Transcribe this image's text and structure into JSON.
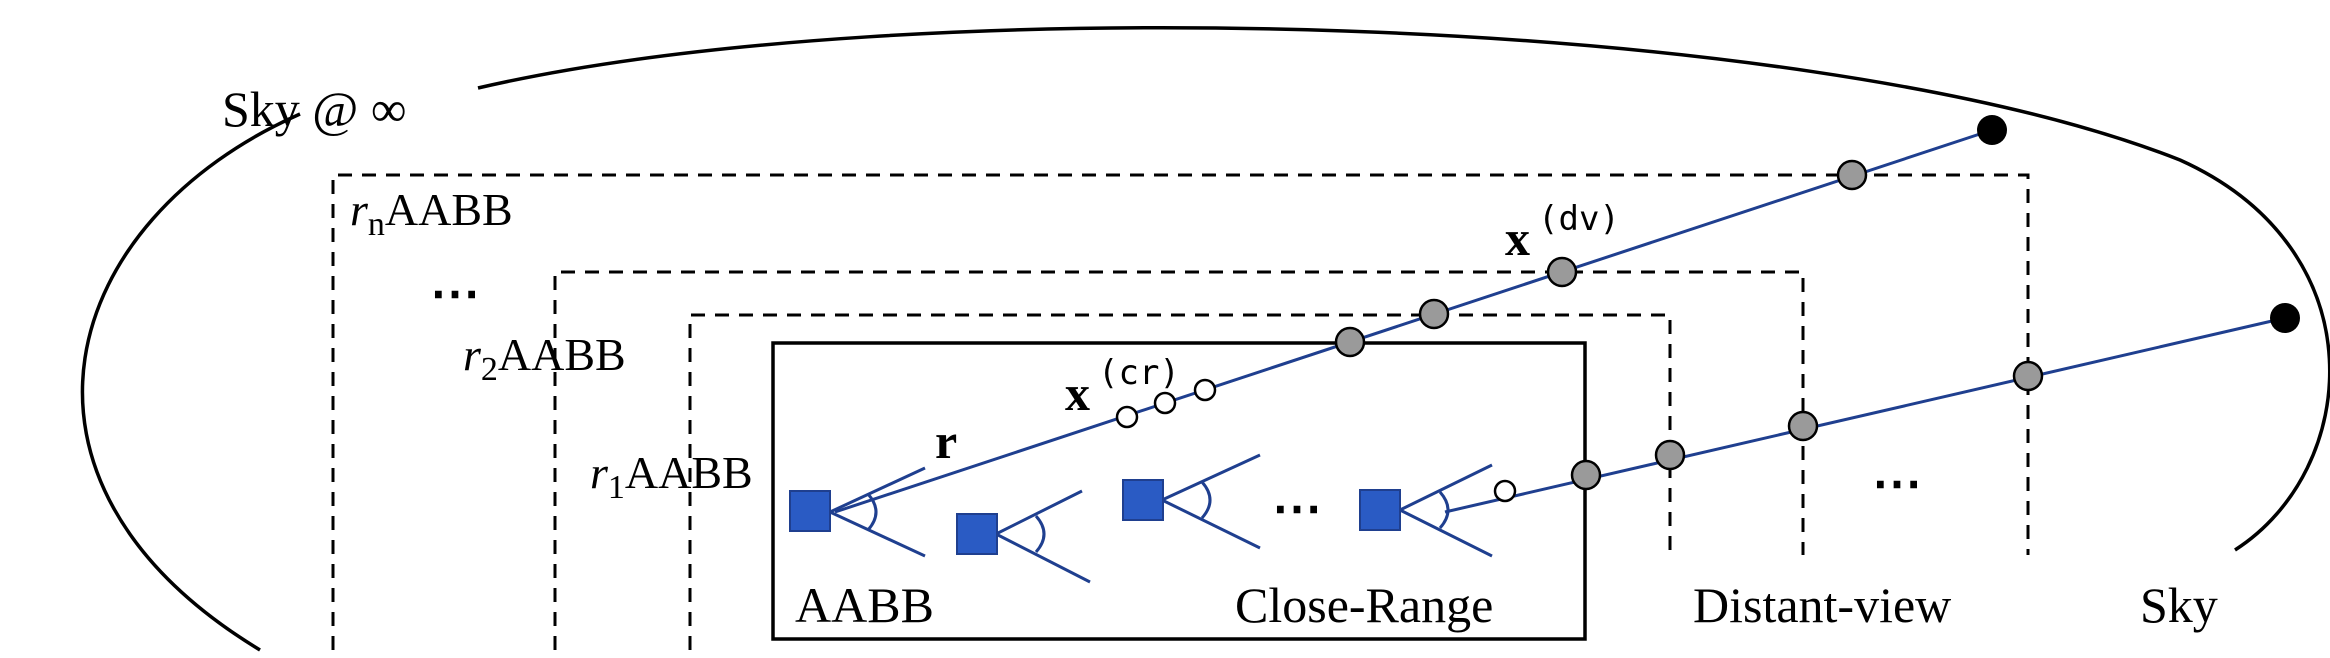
{
  "labels": {
    "sky_inf": "Sky @ ∞",
    "rn_r": "r",
    "rn_sub": "n",
    "rn_box": "AABB",
    "r2_r": "r",
    "r2_sub": "2",
    "r2_box": "AABB",
    "r1_r": "r",
    "r1_sub": "1",
    "r1_box": "AABB",
    "dots_left": "⋯",
    "dots_mid": "⋯",
    "dots_right": "⋯",
    "ray": "r",
    "x_cr_base": "x",
    "x_cr_sup": "(cr)",
    "x_dv_base": "x",
    "x_dv_sup": "(dv)",
    "aabb": "AABB",
    "close_range": "Close-Range",
    "distant_view": "Distant-view",
    "sky": "Sky"
  },
  "colors": {
    "ray": "#1f3f8f",
    "camera": "#2a5bc4",
    "sample_gray": "#9a9a9a",
    "sample_white": "#ffffff",
    "sky_point": "#000000"
  }
}
